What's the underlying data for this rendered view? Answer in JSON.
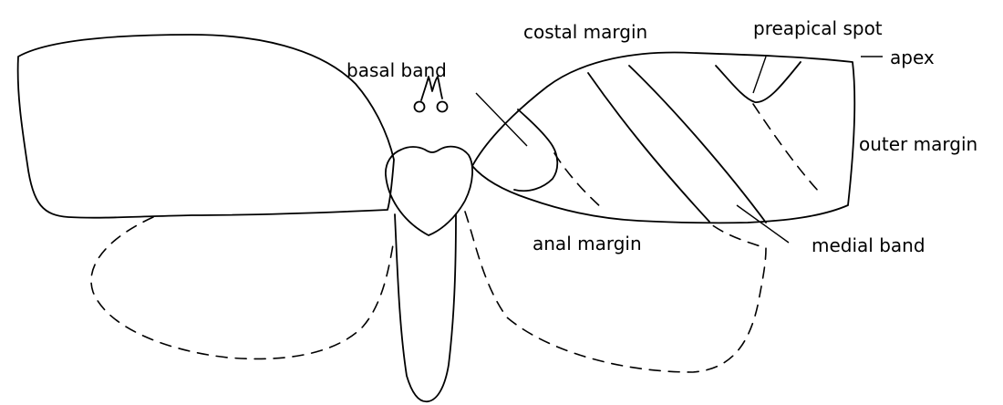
{
  "labels": {
    "costal_margin": "costal margin",
    "preapical_spot": "preapical spot",
    "basal_band": "basal band",
    "apex": "apex",
    "outer_margin": "outer margin",
    "anal_margin": "anal margin",
    "medial_band": "medial band"
  }
}
